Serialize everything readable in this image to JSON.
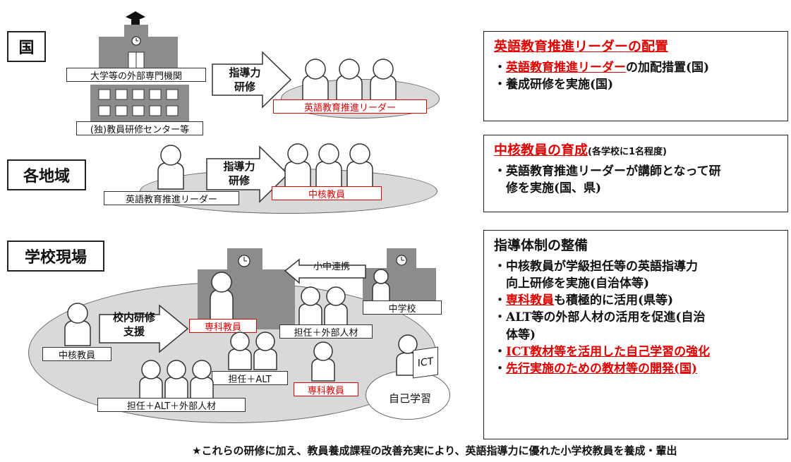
{
  "levels": {
    "national": "国",
    "regional": "各地域",
    "school": "学校現場"
  },
  "national": {
    "university_label": "大学等の外部専門機関",
    "center_label": "(独)教員研修センター等",
    "arrow_text_1": "指導力",
    "arrow_text_2": "研修",
    "leader_label": "英語教育推進リーダー"
  },
  "regional": {
    "leader_label": "英語教育推進リーダー",
    "arrow_text_1": "指導力",
    "arrow_text_2": "研修",
    "core_label": "中核教員"
  },
  "school": {
    "link_label": "小中連携",
    "junior_high_label": "中学校",
    "core_teacher_label": "中核教員",
    "arrow_text_1": "校内研修",
    "arrow_text_2": "支援",
    "specialist_label_1": "専科教員",
    "specialist_label_2": "専科教員",
    "homeroom_external": "担任＋外部人材",
    "homeroom_alt": "担任＋ALT",
    "homeroom_alt_external": "担任＋ALT＋外部人材",
    "ict_label": "ICT",
    "self_study_label": "自己学習"
  },
  "panel1": {
    "heading": "英語教育推進リーダーの配置",
    "item1_red": "英語教育推進リーダー",
    "item1_rest": "の加配措置(国)",
    "item2": "・養成研修を実施(国)"
  },
  "panel2": {
    "heading": "中核教員の育成",
    "heading_note": "(各学校に1名程度)",
    "item1_line1": "・英語教育推進リーダーが講師となって研",
    "item1_line2": "修を実施(国、県)"
  },
  "panel3": {
    "heading": "指導体制の整備",
    "item1_line1": "・中核教員が学級担任等の英語指導力",
    "item1_line2": "向上研修を実施(自治体等)",
    "item2_red": "専科教員",
    "item2_rest": "も積極的に活用(県等)",
    "item3_line1": "・ALT等の外部人材の活用を促進(自治",
    "item3_line2": "体等)",
    "item4": "ICT教材等を活用した自己学習の強化",
    "item5": "先行実施のための教材等の開発(国)"
  },
  "footer": "★これらの研修に加え、教員養成課程の改善充実により、英語指導力に優れた小学校教員を養成・輩出",
  "colors": {
    "accent_red": "#e00000",
    "building_gray": "#8c8c8c",
    "ellipse_gray": "#d9d9d9"
  }
}
